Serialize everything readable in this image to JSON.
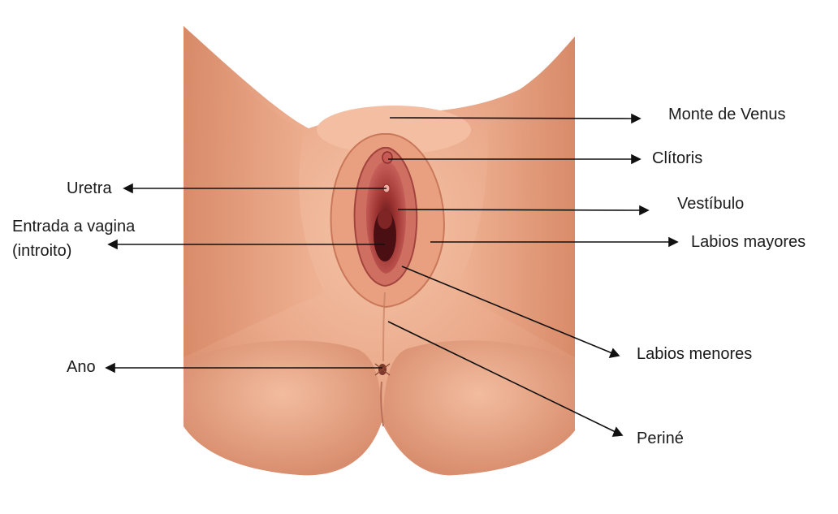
{
  "labels": {
    "monte_venus": "Monte de Venus",
    "clitoris": "Clítoris",
    "uretra": "Uretra",
    "vestibulo": "Vestíbulo",
    "entrada_vagina": "Entrada a vagina",
    "introito": "(introito)",
    "labios_mayores": "Labios mayores",
    "labios_menores": "Labios menores",
    "ano": "Ano",
    "perine": "Periné"
  },
  "colors": {
    "skin_light": "#f0b697",
    "skin_mid": "#e09a78",
    "skin_shadow": "#c97a5c",
    "mucosa": "#b4453f",
    "mucosa_dark": "#6e1d1f",
    "leader_line": "#111111"
  }
}
